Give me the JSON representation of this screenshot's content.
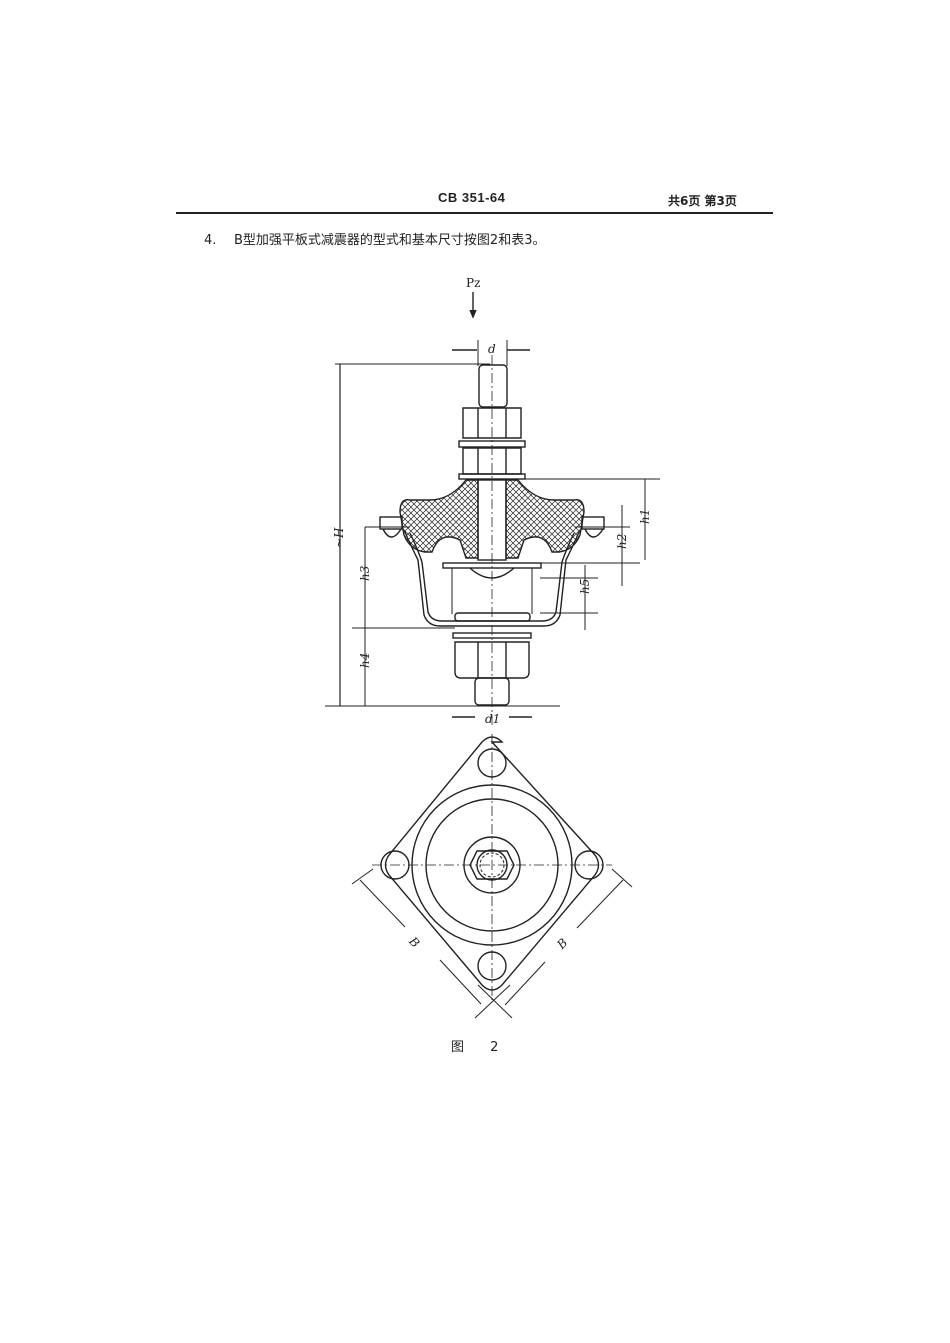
{
  "header": {
    "standard_code": "CB 351-64",
    "page_info": "共6页  第3页"
  },
  "paragraph": {
    "number": "4.",
    "text": "B型加强平板式减震器的型式和基本尺寸按图2和表3。"
  },
  "figure": {
    "caption": "图 2",
    "labels": {
      "force": "Pz",
      "d": "d",
      "d1": "d1",
      "H": "~H",
      "h1": "h1",
      "h2": "h2",
      "h3": "h3",
      "h4": "h4",
      "h5": "h5",
      "B_left": "B",
      "B_right": "B"
    }
  }
}
